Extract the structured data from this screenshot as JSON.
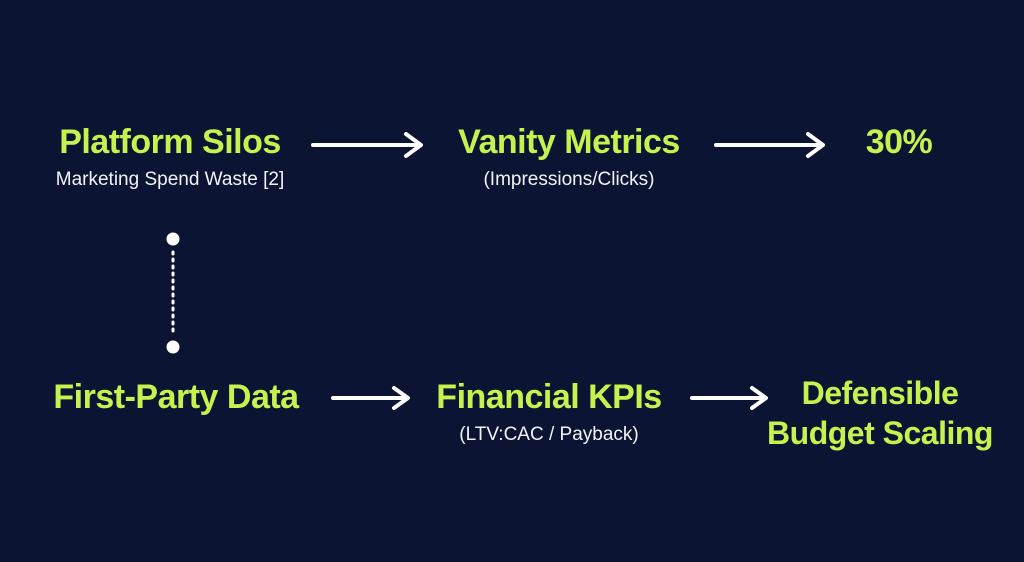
{
  "colors": {
    "background": "#0b1433",
    "accent": "#c6f24e",
    "text": "#f2f4f8"
  },
  "top_row": {
    "node1": {
      "title": "Platform Silos",
      "subtitle": "Marketing Spend Waste [2]"
    },
    "node2": {
      "title": "Vanity Metrics",
      "subtitle": "(Impressions/Clicks)"
    },
    "node3": {
      "title": "30%"
    }
  },
  "bottom_row": {
    "node1": {
      "title": "First-Party Data"
    },
    "node2": {
      "title": "Financial KPIs",
      "subtitle": "(LTV:CAC / Payback)"
    },
    "node3": {
      "title_line1": "Defensible",
      "title_line2": "Budget Scaling"
    }
  }
}
